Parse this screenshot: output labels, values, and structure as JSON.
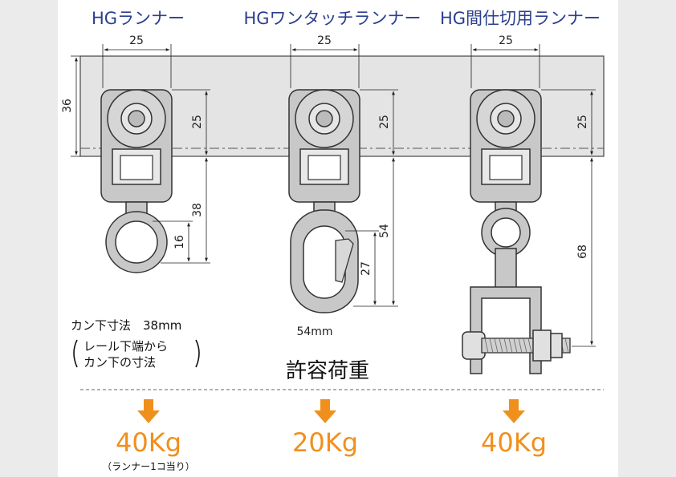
{
  "runners": [
    {
      "title": "HGランナー",
      "dim_width": "25",
      "dim_wheel": "25",
      "dim_drop": "38",
      "dim_ring": "16",
      "load": "40Kg"
    },
    {
      "title": "HGワンタッチランナー",
      "dim_width": "25",
      "dim_wheel": "25",
      "dim_drop": "54",
      "dim_hook": "27",
      "dim_hook_width": "54mm",
      "load": "20Kg"
    },
    {
      "title": "HG間仕切用ランナー",
      "dim_width": "25",
      "dim_wheel": "25",
      "dim_drop": "68",
      "load": "40Kg"
    }
  ],
  "rail_height": "36",
  "kan_note": {
    "line1": "カン下寸法　38mm",
    "line2": "レール下端から",
    "line3": "カン下の寸法"
  },
  "load_heading": "許容荷重",
  "load_footnote": "（ランナー1コ当り）",
  "colors": {
    "title": "#2b3f8f",
    "load": "#f0901c",
    "metal": "#c8c8c8",
    "outline": "#333333"
  }
}
